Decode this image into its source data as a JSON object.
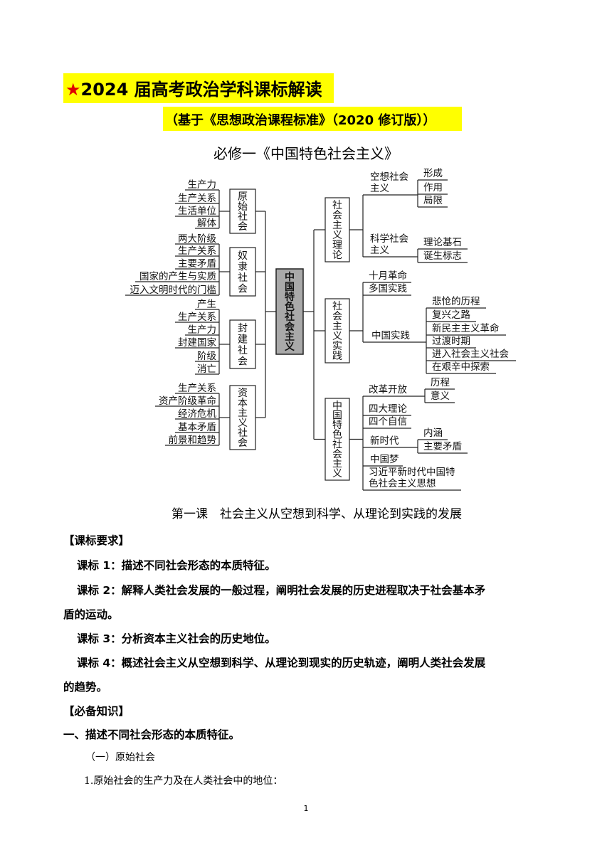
{
  "header": {
    "star": "★",
    "title": "2024 届高考政治学科课标解读",
    "subtitle": "（基于《思想政治课程标准》（2020 修订版））",
    "module_title": "必修一《中国特色社会主义》"
  },
  "mindmap": {
    "center": "中国特色社会主义",
    "left": [
      {
        "name": "原始社会",
        "items": [
          "生产力",
          "生产关系",
          "生活单位",
          "解体"
        ]
      },
      {
        "name": "奴隶社会",
        "items": [
          "两大阶级",
          "生产关系",
          "主要矛盾",
          "国家的产生与实质",
          "迈入文明时代的门槛"
        ]
      },
      {
        "name": "封建社会",
        "items": [
          "产生",
          "生产关系",
          "生产力",
          "封建国家",
          "阶级",
          "消亡"
        ]
      },
      {
        "name": "资本主义社会",
        "items": [
          "生产关系",
          "资产阶级革命",
          "经济危机",
          "基本矛盾",
          "前景和趋势"
        ]
      }
    ],
    "right": [
      {
        "name": "社会主义理论",
        "groups": [
          {
            "label": "空想社会主义",
            "items": [
              "形成",
              "作用",
              "局限"
            ]
          },
          {
            "label": "科学社会主义",
            "items": [
              "理论基石",
              "诞生标志"
            ]
          }
        ]
      },
      {
        "name": "社会主义实践",
        "groups": [
          {
            "label": "十月革命",
            "items": []
          },
          {
            "label": "多国实践",
            "items": []
          },
          {
            "label": "中国实践",
            "items": [
              "悲怆的历程",
              "复兴之路",
              "新民主主义革命",
              "过渡时期",
              "进入社会主义社会",
              "在艰辛中探索"
            ]
          }
        ]
      },
      {
        "name": "中国特色社会主义",
        "groups": [
          {
            "label": "改革开放",
            "items": [
              "历程",
              "意义"
            ]
          },
          {
            "label": "四大理论",
            "items": []
          },
          {
            "label": "四个自信",
            "items": []
          },
          {
            "label": "新时代",
            "items": [
              "内涵",
              "主要矛盾"
            ]
          },
          {
            "label": "中国梦",
            "items": []
          },
          {
            "label": "习近平新时代中国特色社会主义思想",
            "items": []
          }
        ]
      }
    ]
  },
  "lesson": {
    "title": "第一课　社会主义从空想到科学、从理论到实践的发展"
  },
  "sections": {
    "requirements_heading": "【课标要求】",
    "req1": "课标 1：描述不同社会形态的本质特征。",
    "req2_line1": "课标 2：解释人类社会发展的一般过程，阐明社会发展的历史进程取决于社会基本矛",
    "req2_line2": "盾的运动。",
    "req3": "课标 3：分析资本主义社会的历史地位。",
    "req4_line1": "课标 4：概述社会主义从空想到科学、从理论到现实的历史轨迹，阐明人类社会发展",
    "req4_line2": "的趋势。",
    "knowledge_heading": "【必备知识】",
    "k1": "一、描述不同社会形态的本质特征。",
    "k1_sub": "（一）原始社会",
    "k1_item1": "1.原始社会的生产力及在人类社会中的地位："
  },
  "page_number": "1"
}
